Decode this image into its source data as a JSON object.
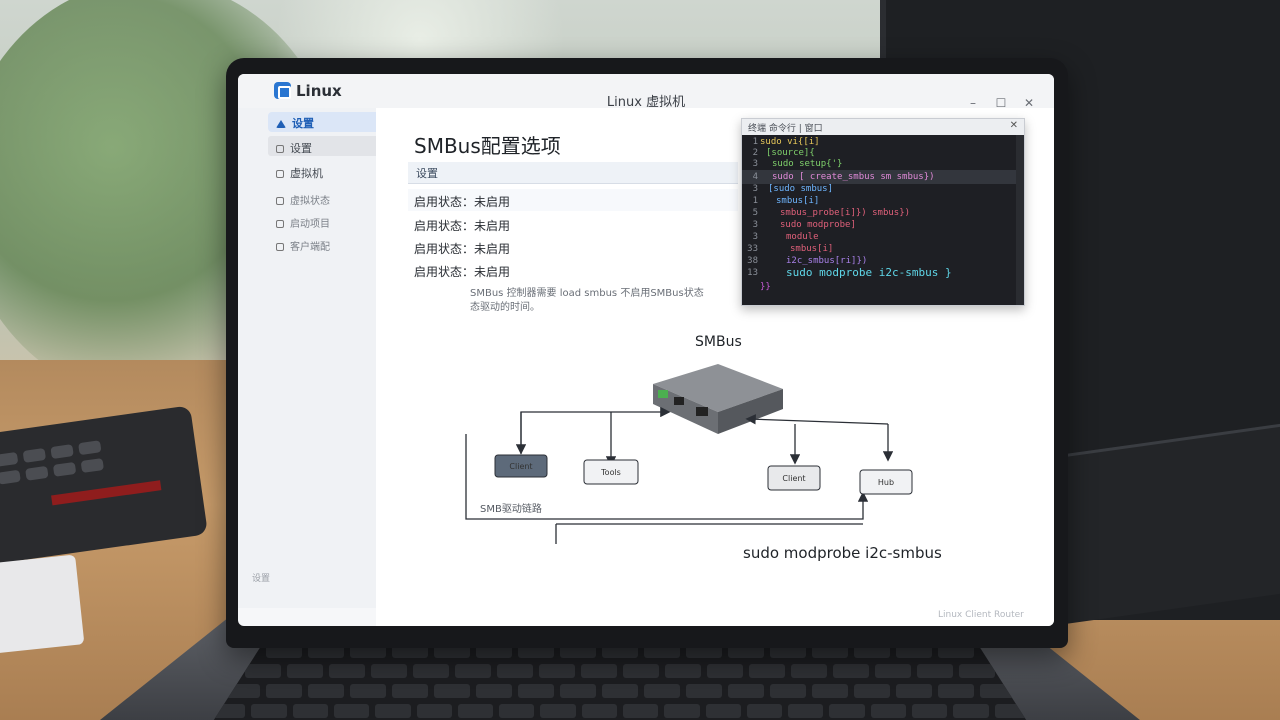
{
  "window": {
    "app_name": "Linux",
    "title": "Linux 虚拟机",
    "controls": {
      "minimize": "–",
      "maximize": "☐",
      "close": "✕"
    }
  },
  "sidebar": {
    "items": [
      {
        "label": "设置",
        "icon": "home-icon",
        "active": true
      },
      {
        "label": "设置",
        "icon": "square-icon"
      },
      {
        "label": "虚拟机",
        "icon": "square-icon"
      },
      {
        "label": "虚拟状态",
        "icon": "square-icon"
      },
      {
        "label": "启动项目",
        "icon": "square-icon"
      },
      {
        "label": "客户端配",
        "icon": "square-icon"
      }
    ],
    "footer": "设置"
  },
  "main": {
    "title": "SMBus配置选项",
    "tab": "设置",
    "rows": [
      {
        "label": "启用状态：",
        "value": "未启用"
      },
      {
        "label": "启用状态：",
        "value": "未启用"
      },
      {
        "label": "启用状态：",
        "value": "未启用"
      },
      {
        "label": "启用状态：",
        "value": "未启用"
      }
    ],
    "description_line1": "SMBus 控制器需要 load smbus 不启用SMBus状态",
    "description_line2": "态驱动的时间。"
  },
  "terminal": {
    "title": "终端 命令行 | 窗口",
    "close": "✕",
    "lines": [
      {
        "n": "1",
        "text": "sudo vi{[i]",
        "color": "#e7c75a"
      },
      {
        "n": "2",
        "text": "[source]{",
        "color": "#7fd06b"
      },
      {
        "n": "3",
        "text": "sudo setup{'}",
        "color": "#7fd06b"
      },
      {
        "n": "4",
        "text": "sudo [ create_smbus sm smbus})",
        "color": "#e08ad8"
      },
      {
        "n": "3",
        "text": "[sudo smbus]",
        "color": "#6fb6ff"
      },
      {
        "n": "1",
        "text": "smbus[i]",
        "color": "#6fb6ff"
      },
      {
        "n": "5",
        "text": "smbus_probe[i]}) smbus})",
        "color": "#e0607a"
      },
      {
        "n": "3",
        "text": "sudo modprobe]",
        "color": "#e0607a"
      },
      {
        "n": "3",
        "text": "module",
        "color": "#e0607a"
      },
      {
        "n": "33",
        "text": "smbus[i]",
        "color": "#e0607a"
      },
      {
        "n": "38",
        "text": "i2c_smbus[ri]})",
        "color": "#a880e8"
      },
      {
        "n": "13",
        "text": "sudo modprobe i2c-smbus }",
        "color": "#5fd6e8"
      },
      {
        "n": "",
        "text": "}}",
        "color": "#c75ad6"
      }
    ]
  },
  "diagram": {
    "title": "SMBus",
    "nodes": [
      "Client",
      "Tools",
      "Client",
      "Hub"
    ],
    "left_caption": "SMB驱动链路",
    "command": "sudo modprobe i2c-smbus"
  },
  "watermark": "Linux Client Router"
}
